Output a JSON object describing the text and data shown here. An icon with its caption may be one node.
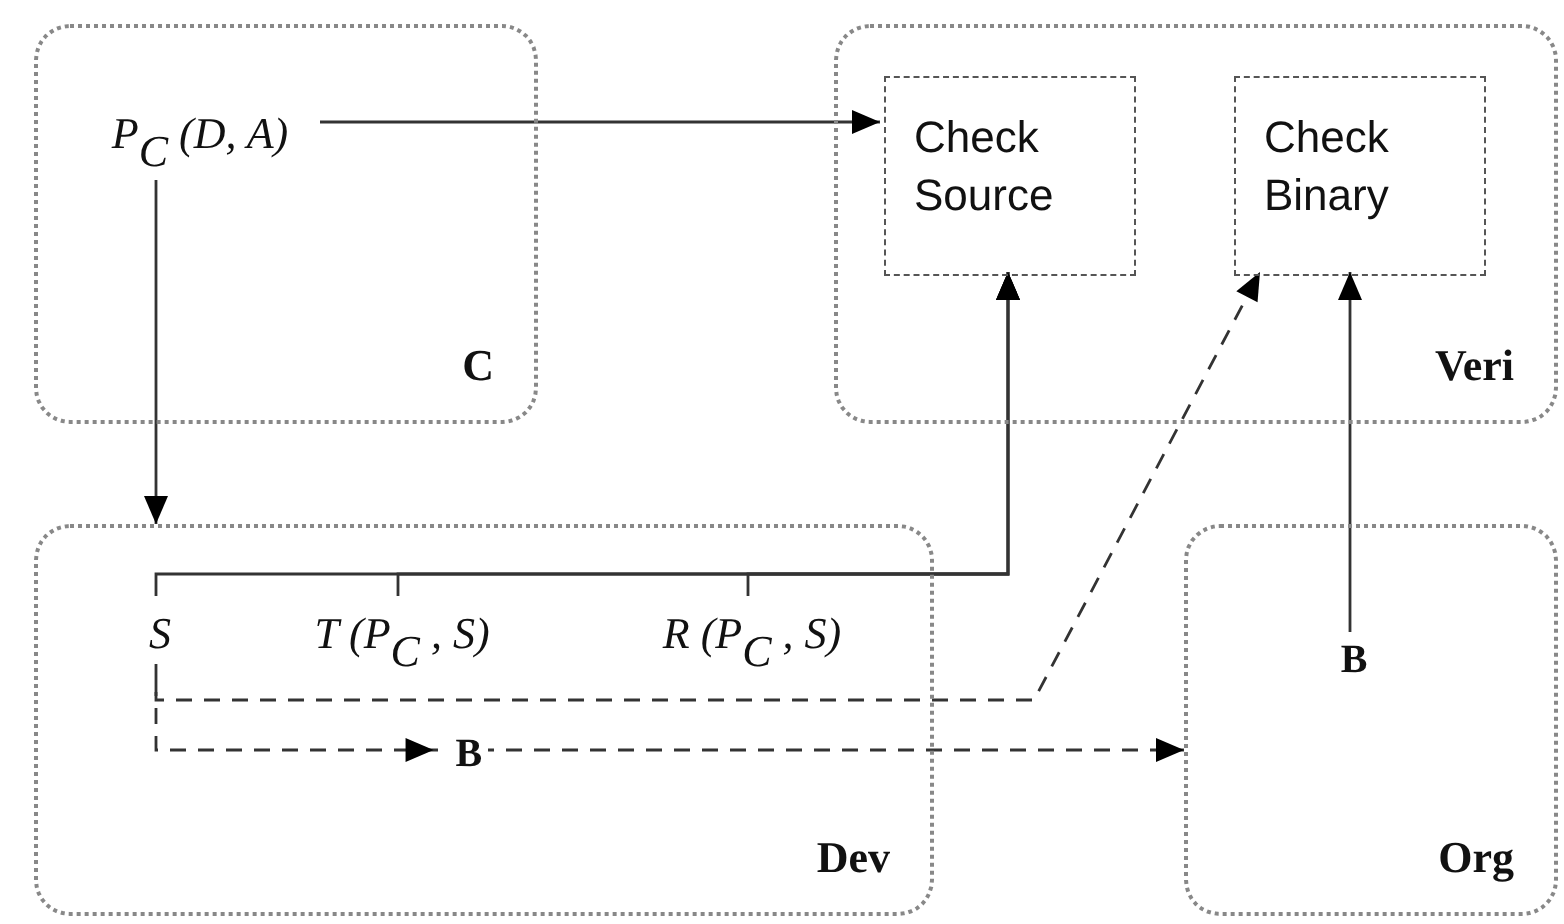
{
  "diagram": {
    "nodes": [
      {
        "text": [
          "C"
        ]
      },
      {
        "text": [
          "P$_{C}$ (D, A)"
        ],
        "in": 0
      },
      {
        "text": [
          "Veri"
        ]
      },
      {
        "text": [
          "Check Source"
        ],
        "in": 2
      },
      {
        "text": [
          "Check Binary"
        ],
        "in": 2
      },
      {
        "text": [
          "Dev"
        ]
      },
      {
        "text": [
          "S"
        ],
        "in": 5
      },
      {
        "text": [
          "T (P$_{C}$ , S)"
        ],
        "in": 5
      },
      {
        "text": [
          "R (P$_{C}$ , S)"
        ],
        "in": 5
      },
      {
        "text": [
          "Org"
        ]
      },
      {
        "text": [
          "B"
        ],
        "in": 9
      }
    ],
    "edges": [
      {
        "from": 1,
        "to": 3,
        "arrow": "to"
      },
      {
        "from": 1,
        "to": 5,
        "arrow": "to"
      },
      {
        "from": 6,
        "to": 3,
        "arrow": "to"
      },
      {
        "from": 7,
        "to": 3,
        "arrow": "to"
      },
      {
        "from": 8,
        "to": 3,
        "arrow": "to"
      },
      {
        "from": 6,
        "to": 4,
        "arrow": "to",
        "style": "dashed"
      },
      {
        "from": 6,
        "to": 9,
        "arrow": "to",
        "style": "dashed",
        "label": "B"
      },
      {
        "from": 10,
        "to": 4,
        "arrow": "to"
      }
    ]
  }
}
